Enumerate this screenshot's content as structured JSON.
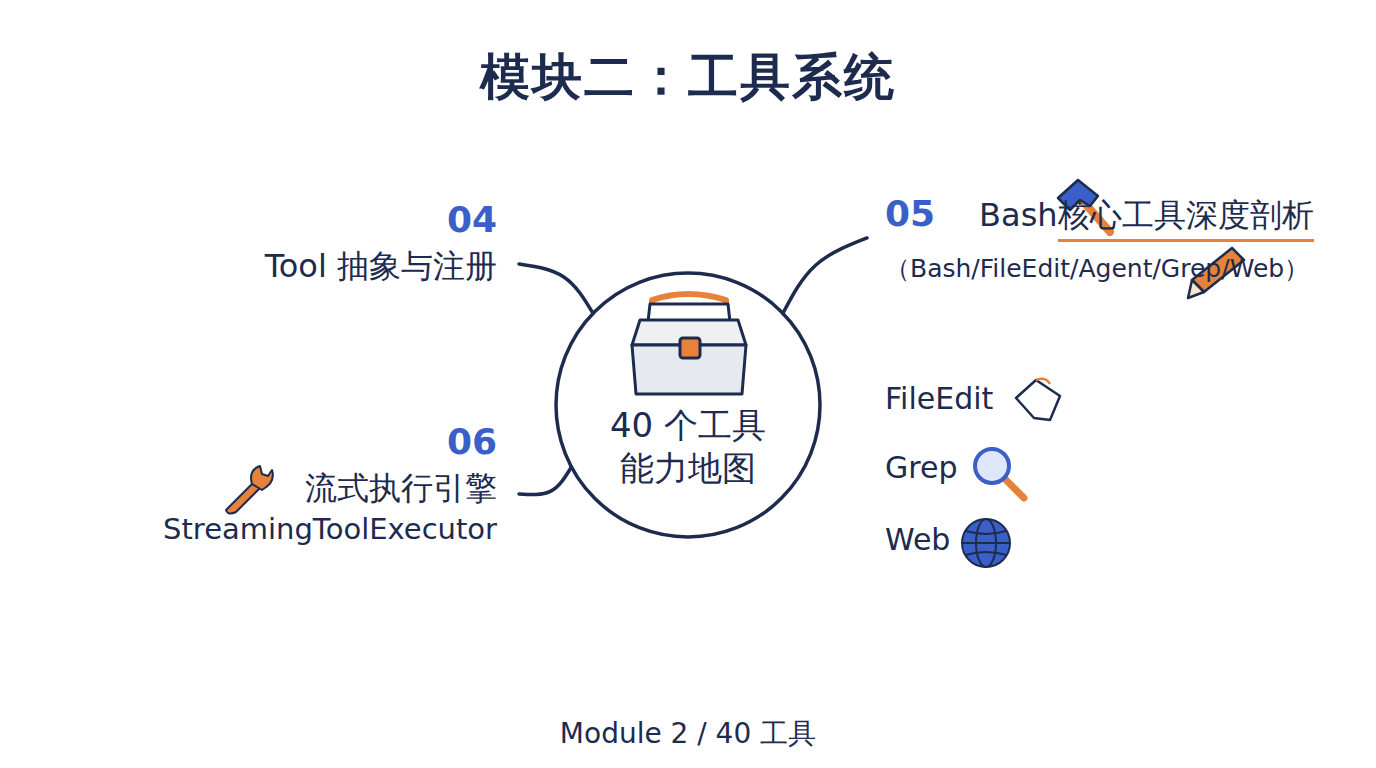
{
  "diagram": {
    "title": "模块二：工具系统",
    "caption": "Module 2 / 40 工具",
    "nodes": [
      {
        "text": [
          "40 个工具 能力地图"
        ]
      },
      {
        "text": [
          "04",
          "Tool 抽象与注册"
        ]
      },
      {
        "text": [
          "05",
          "Bash",
          "核心工具深度剖析",
          "（Bash/FileEdit/Agent/Grep/Web）"
        ]
      },
      {
        "text": [
          "06",
          "流式执行引擎",
          "StreamingToolExecutor"
        ]
      }
    ],
    "edges": [
      {
        "from": 1,
        "to": 0,
        "arrow": "none"
      },
      {
        "from": 2,
        "to": 0,
        "arrow": "none"
      },
      {
        "from": 3,
        "to": 0,
        "arrow": "none"
      }
    ],
    "labels": [
      "FileEdit",
      "Grep",
      "Web"
    ]
  }
}
